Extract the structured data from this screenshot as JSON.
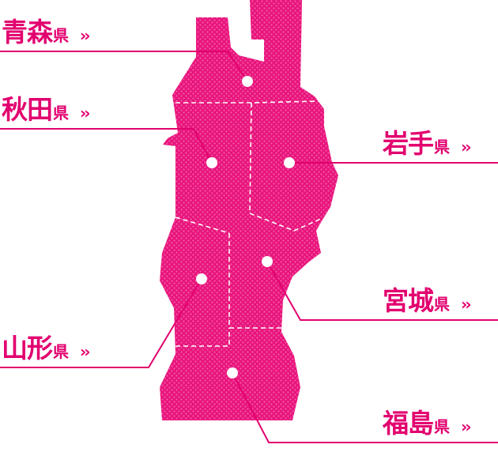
{
  "colors": {
    "accent": "#e2006f",
    "region_fill": "#e8147c",
    "boundary": "#ffffff",
    "dot": "#ffffff"
  },
  "prefectures": [
    {
      "id": "aomori",
      "name": "青森",
      "suffix": "県",
      "arrow": "››"
    },
    {
      "id": "akita",
      "name": "秋田",
      "suffix": "県",
      "arrow": "››"
    },
    {
      "id": "iwate",
      "name": "岩手",
      "suffix": "県",
      "arrow": "››"
    },
    {
      "id": "miyagi",
      "name": "宮城",
      "suffix": "県",
      "arrow": "››"
    },
    {
      "id": "yamagata",
      "name": "山形",
      "suffix": "県",
      "arrow": "››"
    },
    {
      "id": "fukushima",
      "name": "福島",
      "suffix": "県",
      "arrow": "››"
    }
  ]
}
